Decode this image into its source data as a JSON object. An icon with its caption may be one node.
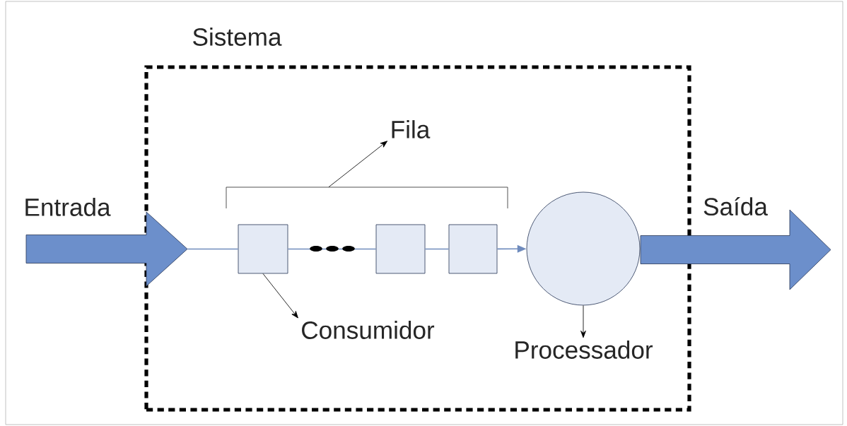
{
  "diagram": {
    "nodes": [
      {
        "text": [
          "Sistema"
        ]
      },
      {
        "text": [
          "Fila"
        ],
        "in": 0
      },
      {
        "text": [],
        "shape": "arrow",
        "beside": [
          "Entrada"
        ]
      },
      {
        "text": [],
        "shape": "box",
        "in": 0
      },
      {
        "text": [],
        "shape": "box",
        "in": 0
      },
      {
        "text": [],
        "shape": "box",
        "in": 0
      },
      {
        "text": [],
        "shape": "circle",
        "in": 0
      },
      {
        "text": [],
        "shape": "arrow",
        "beside": [
          "Saída"
        ]
      },
      {
        "text": [
          "Consumidor"
        ],
        "in": 0
      },
      {
        "text": [
          "Processador"
        ],
        "in": 0
      },
      {
        "text": [],
        "shape": "bracket",
        "in": 0
      }
    ],
    "edges": [
      {
        "from": 2,
        "to": 3,
        "arrow": "none"
      },
      {
        "from": 3,
        "to": 4,
        "arrow": "none"
      },
      {
        "from": 4,
        "to": 5,
        "arrow": "none"
      },
      {
        "from": 5,
        "to": 6,
        "arrow": "to"
      },
      {
        "from": 10,
        "to": 1,
        "arrow": "to",
        "color": "#000000"
      },
      {
        "from": 3,
        "to": 8,
        "arrow": "to",
        "color": "#000000"
      },
      {
        "from": 6,
        "to": 9,
        "arrow": "to",
        "color": "#000000"
      }
    ]
  }
}
